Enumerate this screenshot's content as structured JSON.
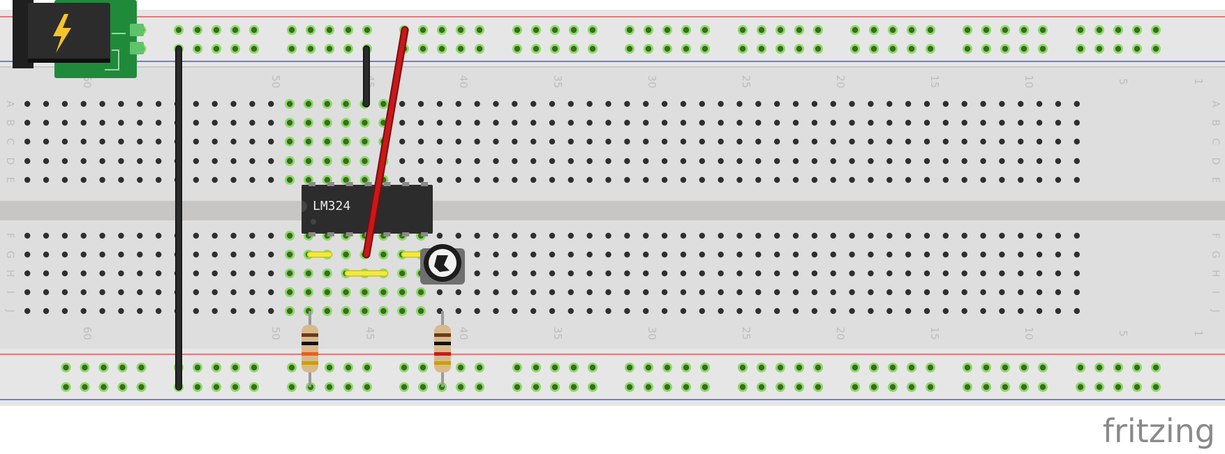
{
  "breadboard": {
    "column_numbers": [
      "60",
      "50",
      "45",
      "40",
      "35",
      "30",
      "25",
      "20",
      "15",
      "10",
      "5",
      "1"
    ],
    "row_letters_top": [
      "A",
      "B",
      "C",
      "D",
      "E"
    ],
    "row_letters_bottom": [
      "F",
      "G",
      "H",
      "I",
      "J"
    ]
  },
  "ic": {
    "label": "LM324"
  },
  "power_icon": "lightning-bolt-icon",
  "colors": {
    "board": "#dedede",
    "channel": "#c8c6c4",
    "rail_red": "#e03a3a",
    "rail_blue": "#2a3fd6",
    "hole": "#2f2f2f",
    "hole_active": "#7ed957",
    "wire_black": "#2b2b2b",
    "wire_red": "#c8181a",
    "wire_yellow": "#f2ea3a",
    "ic_body": "#2c2c2c",
    "power_pcb": "#1f8b3a"
  },
  "watermark": "fritzing"
}
